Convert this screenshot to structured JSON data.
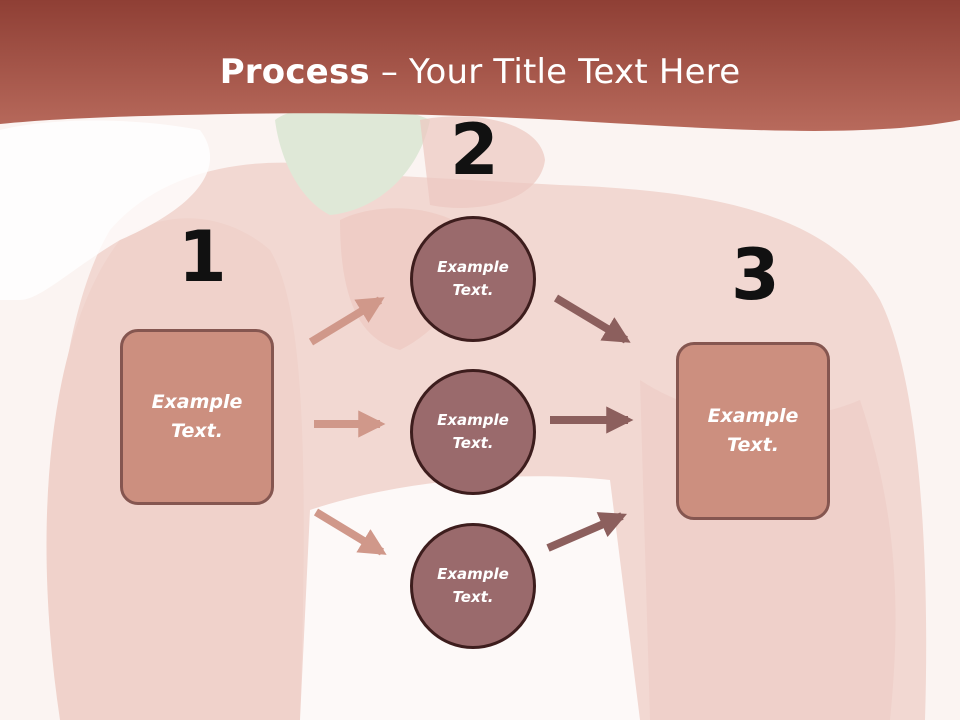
{
  "title": {
    "bold": "Process",
    "rest": " – Your Title Text Here"
  },
  "steps": [
    {
      "number": "1"
    },
    {
      "number": "2"
    },
    {
      "number": "3"
    }
  ],
  "left_box": {
    "label": "Example\nText."
  },
  "right_box": {
    "label": "Example\nText."
  },
  "circles": [
    {
      "label": "Example\nText."
    },
    {
      "label": "Example\nText."
    },
    {
      "label": "Example\nText."
    }
  ],
  "colors": {
    "header": "#a9574a",
    "box_fill": "#cc8f7f",
    "box_border": "#855650",
    "circle_fill": "#9a6a6c",
    "circle_border": "#3d1d1d",
    "arrow_left": "#d0988a",
    "arrow_right": "#8c5f5d"
  }
}
